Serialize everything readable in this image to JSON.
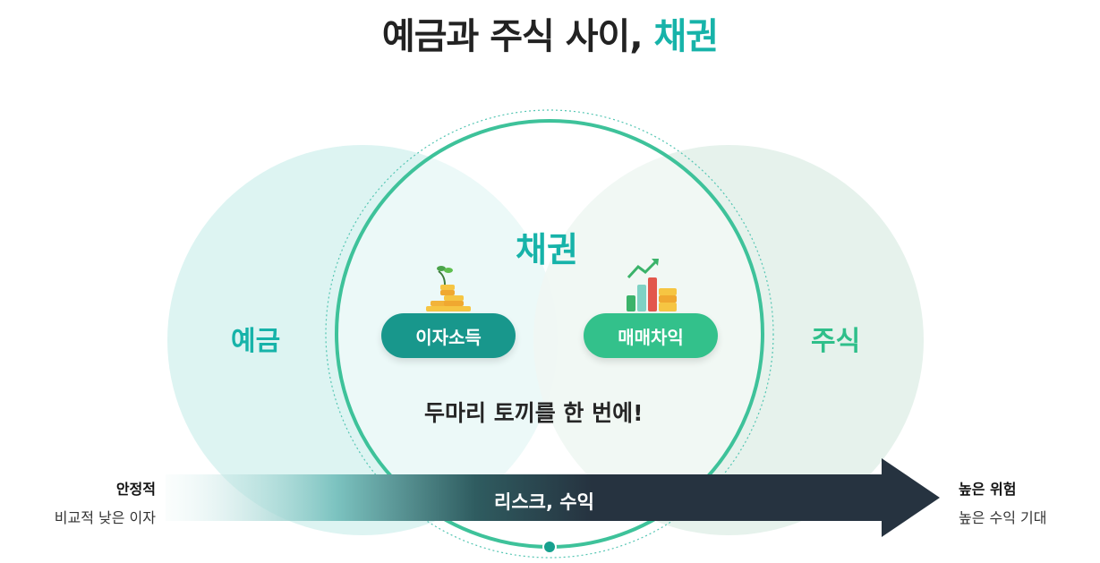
{
  "title": {
    "main": "예금과 주식 사이, ",
    "accent": "채권"
  },
  "venn": {
    "deposit": "예금",
    "stock": "주식",
    "bond": "채권",
    "interest_pill": "이자소득",
    "trade_pill": "매매차익",
    "tagline": "두마리 토끼를 한 번에!"
  },
  "arrow": {
    "label": "리스크, 수익"
  },
  "left": {
    "title": "안정적",
    "subtitle": "비교적 낮은 이자"
  },
  "right": {
    "title": "높은 위험",
    "subtitle": "높은 수익 기대"
  },
  "colors": {
    "teal": "#17b3a9",
    "green": "#2fbf8a",
    "pill_interest": "#18978c",
    "pill_trade": "#33c18b",
    "arrow": "#263340"
  },
  "icons": [
    "coin-stack-plant-icon",
    "bar-chart-rising-icon"
  ]
}
